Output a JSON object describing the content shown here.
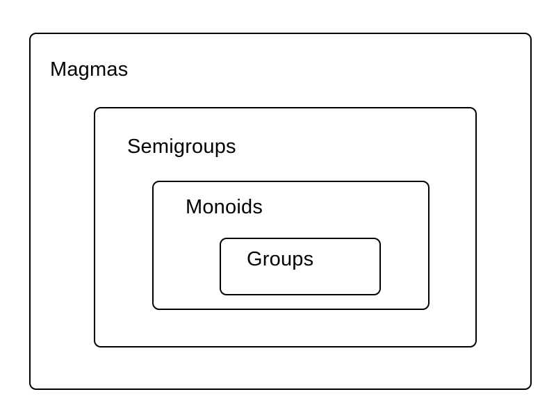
{
  "diagram": {
    "sets": [
      {
        "label": "Magmas"
      },
      {
        "label": "Semigroups"
      },
      {
        "label": "Monoids"
      },
      {
        "label": "Groups"
      }
    ],
    "colors": {
      "border": "#000000",
      "text": "#000000",
      "background": "#ffffff"
    }
  }
}
